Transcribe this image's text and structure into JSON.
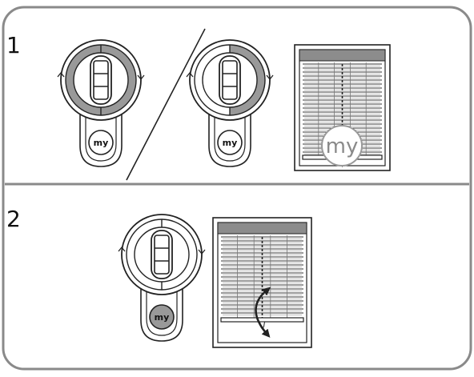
{
  "steps": [
    {
      "number": "1",
      "button_label": "my",
      "overlay_label": "my",
      "tilt_action": ""
    },
    {
      "number": "2",
      "button_label": "my",
      "tilt_action": "tilt-slats"
    }
  ]
}
